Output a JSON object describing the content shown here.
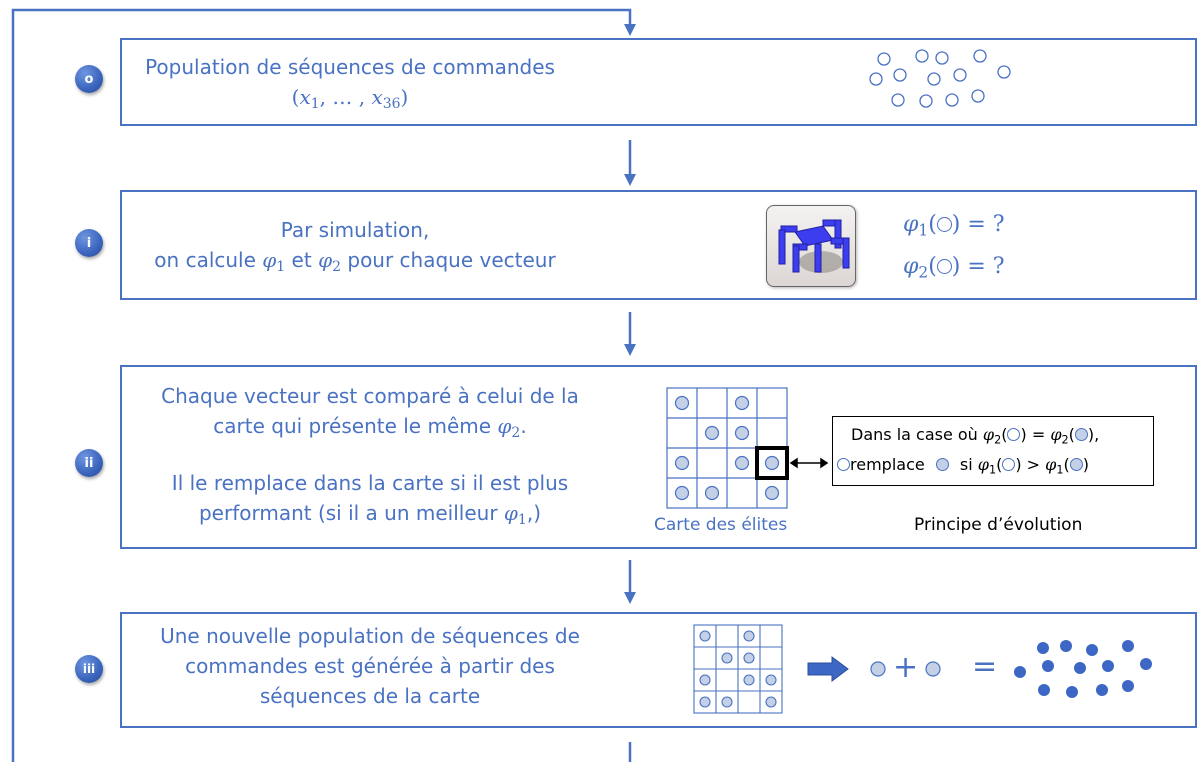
{
  "steps": [
    {
      "badge": "o",
      "line1": "Population de séquences de commandes",
      "line2_prefix": "(",
      "line2_x": "x",
      "line2_sub1": "1",
      "line2_mid": ", … , ",
      "line2_sub2": "36",
      "line2_suffix": ")"
    },
    {
      "badge": "i",
      "line1": "Par simulation,",
      "line2_a": "on calcule ",
      "line2_phi": "φ",
      "line2_sub1": "1",
      "line2_b": " et ",
      "line2_sub2": "2",
      "line2_c": " pour chaque vecteur",
      "eq1_phi": "φ",
      "eq1_sub": "1",
      "eq1_rest": " = ?",
      "eq2_phi": "φ",
      "eq2_sub": "2",
      "eq2_rest": " = ?"
    },
    {
      "badge": "ii",
      "para1_line1": "Chaque vecteur est comparé à celui de la",
      "para1_line2_a": "carte qui présente le même ",
      "para1_phi": "φ",
      "para1_sub": "2",
      "para1_line2_b": ".",
      "para2_line1": "Il le remplace dans la carte si il est plus",
      "para2_line2_a": "performant (si il a un meilleur ",
      "para2_phi": "φ",
      "para2_sub": "1",
      "para2_line2_b": ",)",
      "map_caption": "Carte des élites",
      "rule_line1_a": "Dans la case où ",
      "rule_line1_b": " = ",
      "rule_line1_c": ",",
      "rule_line2_a": "remplace",
      "rule_line2_b": "si",
      "rule_line2_c": " > ",
      "rule_phi": "φ",
      "rule_sub1": "1",
      "rule_sub2": "2",
      "principle_label": "Principe d’évolution"
    },
    {
      "badge": "iii",
      "line1": "Une nouvelle population de séquences de",
      "line2": "commandes est générée à partir des",
      "line3": "séquences de la carte",
      "plus": "+",
      "equals": "="
    }
  ],
  "colors": {
    "accent": "#4a72c2",
    "badge": "#3a64bd",
    "dot_fill": "#c4d0e6",
    "solid_dot": "#3d67c4",
    "robot": "#3d3df0"
  }
}
